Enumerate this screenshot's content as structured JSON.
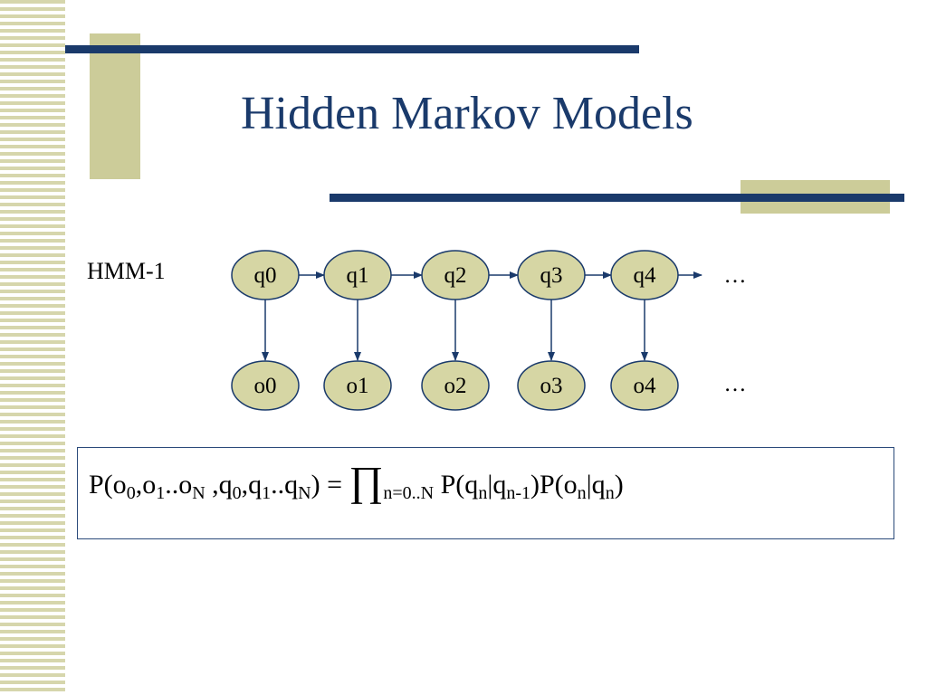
{
  "slide": {
    "title": "Hidden Markov Models",
    "label": "HMM-1",
    "ellipsis_states": "…",
    "ellipsis_observations": "…"
  },
  "diagram": {
    "states": [
      "q0",
      "q1",
      "q2",
      "q3",
      "q4"
    ],
    "observations": [
      "o0",
      "o1",
      "o2",
      "o3",
      "o4"
    ]
  },
  "formula": {
    "lhs_open": "P(o",
    "s0": "0",
    "t1": ",o",
    "s1": "1",
    "t2": "..o",
    "s2": "N",
    "t3": " ,q",
    "s3": "0",
    "t4": ",q",
    "s4": "1",
    "t5": "..q",
    "s5": "N",
    "t6": ") = ",
    "pi": "∏",
    "s6": "n=0..N",
    "t7": " P(q",
    "s7": "n",
    "t8": "|q",
    "s8": "n-1",
    "t9": ")P(o",
    "s9": "n",
    "t10": "|q",
    "s10": "n",
    "t11": ")"
  },
  "colors": {
    "title": "#1a3a6b",
    "accent_bar": "#1a3a6b",
    "accent_block": "#cccc99",
    "node_fill": "#d6d6a4",
    "stripe": "#d6d6ac"
  }
}
